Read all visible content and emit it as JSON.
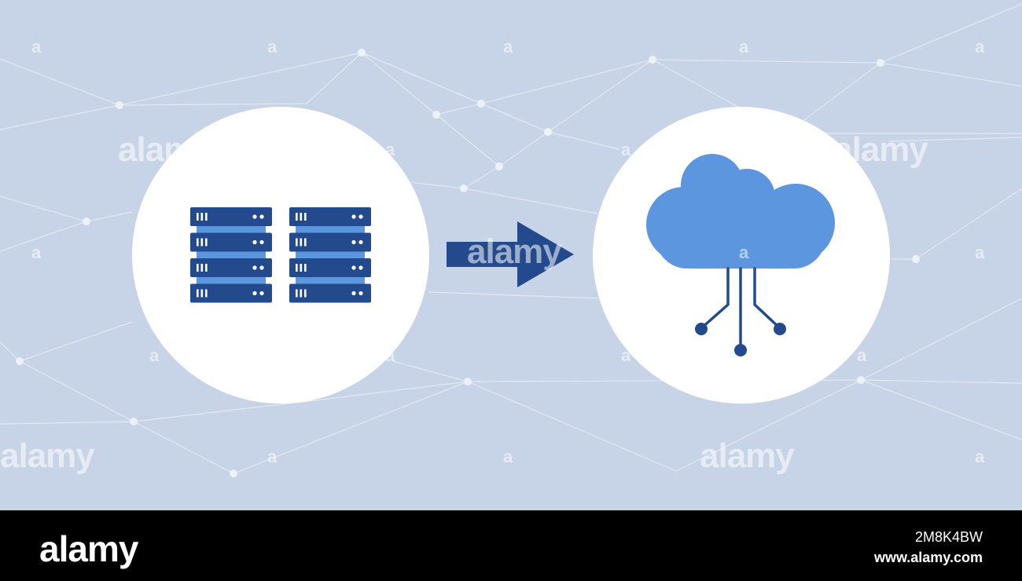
{
  "colors": {
    "background": "#c7d3e6",
    "server_dark": "#234a8c",
    "server_light": "#5b96df",
    "arrow": "#234a8c",
    "cloud": "#5b96df",
    "circuit": "#234a8c",
    "footer_bg": "#000000"
  },
  "icons": {
    "servers": "server-rack-icon",
    "arrow": "arrow-right-icon",
    "cloud": "cloud-computing-icon"
  },
  "watermark": {
    "text": "alamy",
    "letter": "a"
  },
  "footer": {
    "logo": "alamy",
    "image_id": "2M8K4BW",
    "site": "www.alamy.com"
  }
}
